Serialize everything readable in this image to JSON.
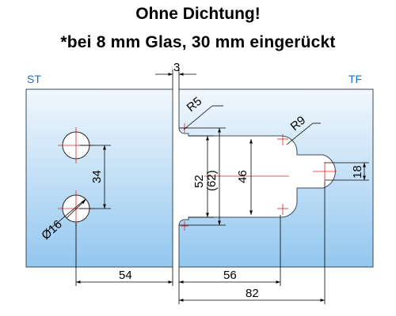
{
  "title_line1": "Ohne Dichtung!",
  "title_line2": "*bei 8 mm Glas, 30 mm eingerückt",
  "panels": {
    "left_label": "ST",
    "right_label": "TF"
  },
  "colors": {
    "glass_top": "#f2f8fd",
    "glass_bottom": "#93c7ef",
    "label": "#1a6fc0",
    "centerline": "#e02020"
  },
  "dimensions": {
    "gap": "3",
    "r_small": "R5",
    "r_large": "R9",
    "hole_spacing": "34",
    "hole_dia": "Ø16",
    "h52": "52",
    "h62": "(62)",
    "h46": "46",
    "h18": "18",
    "w54": "54",
    "w56": "56",
    "w82": "82"
  }
}
